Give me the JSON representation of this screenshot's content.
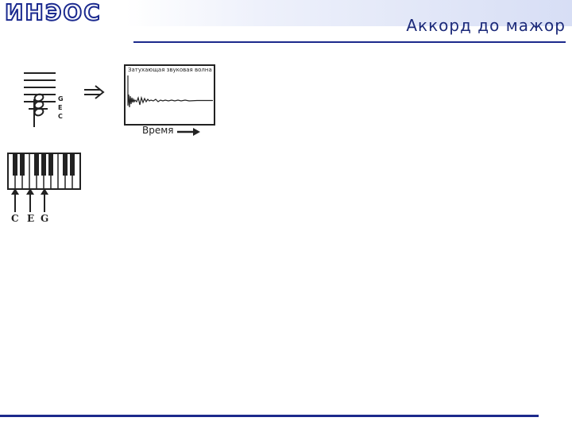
{
  "header": {
    "logo_text": "ИНЭОС",
    "title": "Аккорд до мажор"
  },
  "staff": {
    "notes": [
      "G",
      "E",
      "C"
    ]
  },
  "waveform": {
    "label": "Затухающая звуковая волна",
    "time_label": "Время"
  },
  "keyboard": {
    "notes": [
      "C",
      "E",
      "G"
    ]
  },
  "colors": {
    "accent": "#1c2a8c",
    "title_text": "#1c2a7a"
  }
}
